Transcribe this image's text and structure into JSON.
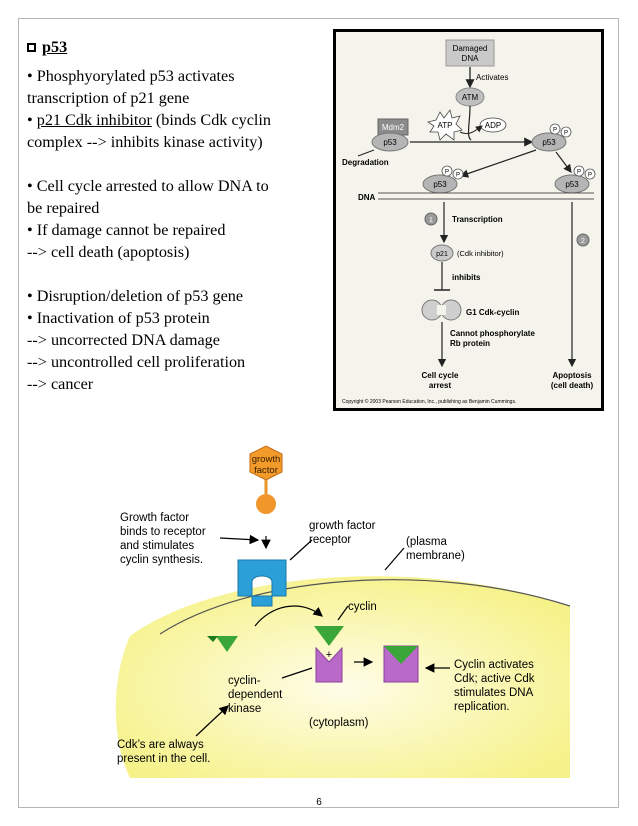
{
  "title": "p53",
  "bullets": {
    "b1_line1": "• Phosphyorylated p53 activates",
    "b1_line2": "transcription of p21 gene",
    "b2_bullet": "• ",
    "b2_underlined": "p21 Cdk inhibitor",
    "b2_rest": " (binds Cdk cyclin",
    "b2_line2": "complex --> inhibits kinase activity)",
    "b3_line1": "• Cell cycle arrested to allow DNA to",
    "b3_line2": "be repaired",
    "b4_line1": "• If damage cannot be repaired",
    "b4_line2": "--> cell death (apoptosis)",
    "b5": "• Disruption/deletion of p53 gene",
    "b6": "• Inactivation of p53 protein",
    "b7": "--> uncorrected DNA damage",
    "b8": "--> uncontrolled cell proliferation",
    "b9": "--> cancer"
  },
  "figure1": {
    "damaged_line1": "Damaged",
    "damaged_line2": "DNA",
    "activates": "Activates",
    "atm": "ATM",
    "atp": "ATP",
    "adp": "ADP",
    "mdm2": "Mdm2",
    "p53": "p53",
    "p": "P",
    "degradation": "Degradation",
    "dna": "DNA",
    "step1": "1",
    "step2": "2",
    "transcription": "Transcription",
    "p21": "p21",
    "cdk_inhibitor": "(Cdk inhibitor)",
    "inhibits": "inhibits",
    "g1_cdk_cyclin": "G1 Cdk-cyclin",
    "cannot_line1": "Cannot phosphorylate",
    "cannot_line2": "Rb protein",
    "arrest_line1": "Cell cycle",
    "arrest_line2": "arrest",
    "apoptosis_line1": "Apoptosis",
    "apoptosis_line2": "(cell death)",
    "copyright": "Copyright © 2003 Pearson Education, Inc., publishing as Benjamin Cummings."
  },
  "figure2": {
    "gf_line1": "growth",
    "gf_line2": "factor",
    "left_note_line1": "Growth factor",
    "left_note_line2": "binds to receptor",
    "left_note_line3": "and stimulates",
    "left_note_line4": "cyclin synthesis.",
    "receptor_line1": "growth factor",
    "receptor_line2": "receptor",
    "membrane_line1": "(plasma",
    "membrane_line2": "membrane)",
    "cyclin": "cyclin",
    "plus": "+",
    "cdk_line1": "cyclin-",
    "cdk_line2": "dependent",
    "cdk_line3": "kinase",
    "cytoplasm": "(cytoplasm)",
    "right_note_line1": "Cyclin activates",
    "right_note_line2": "Cdk; active Cdk",
    "right_note_line3": "stimulates DNA",
    "right_note_line4": "replication.",
    "bottom_note_line1": "Cdk’s are always",
    "bottom_note_line2": "present in the cell."
  },
  "page_number": "6"
}
